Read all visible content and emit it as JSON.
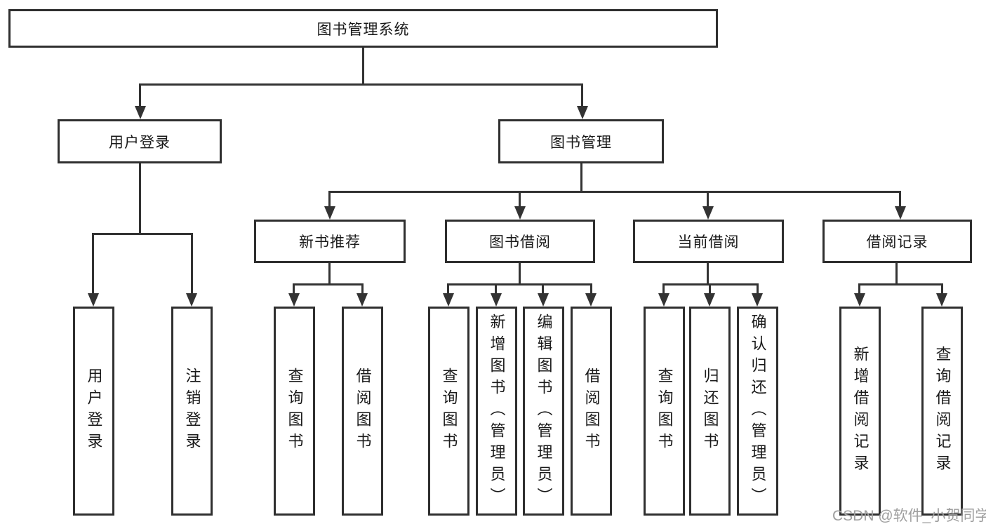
{
  "title": {
    "label": "图书管理系统"
  },
  "level2": {
    "user_login": "用户登录",
    "book_mgmt": "图书管理"
  },
  "level3": {
    "new_books": "新书推荐",
    "book_borrow": "图书借阅",
    "current_borrow": "当前借阅",
    "borrow_records": "借阅记录"
  },
  "leaves": {
    "user_login": [
      "用户登录",
      "注销登录"
    ],
    "new_books": [
      "查询图书",
      "借阅图书"
    ],
    "book_borrow": [
      "查询图书",
      "新增图书（管理员）",
      "编辑图书（管理员）",
      "借阅图书"
    ],
    "current_borrow": [
      "查询图书",
      "归还图书",
      "确认归还（管理员）"
    ],
    "borrow_records": [
      "新增借阅记录",
      "查询借阅记录"
    ]
  },
  "watermark": {
    "text": "CSDN @软件_小贺同学",
    "color": "#9e9e9e"
  },
  "colors": {
    "line": "#333333",
    "box_border": "#2f2f2f",
    "text": "#1a1a1a",
    "background": "#ffffff"
  }
}
